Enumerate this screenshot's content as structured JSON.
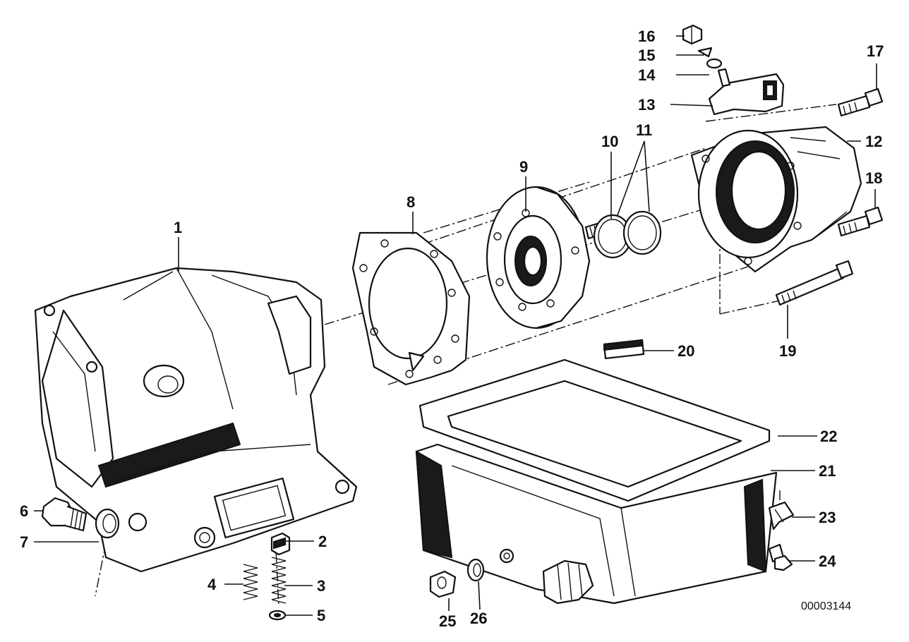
{
  "diagram": {
    "reference_number": "00003144",
    "callouts": [
      {
        "id": "c1",
        "label": "1"
      },
      {
        "id": "c2",
        "label": "2"
      },
      {
        "id": "c3",
        "label": "3"
      },
      {
        "id": "c4",
        "label": "4"
      },
      {
        "id": "c5",
        "label": "5"
      },
      {
        "id": "c6",
        "label": "6"
      },
      {
        "id": "c7",
        "label": "7"
      },
      {
        "id": "c8",
        "label": "8"
      },
      {
        "id": "c9",
        "label": "9"
      },
      {
        "id": "c10",
        "label": "10"
      },
      {
        "id": "c11",
        "label": "11"
      },
      {
        "id": "c12",
        "label": "12"
      },
      {
        "id": "c13",
        "label": "13"
      },
      {
        "id": "c14",
        "label": "14"
      },
      {
        "id": "c15",
        "label": "15"
      },
      {
        "id": "c16",
        "label": "16"
      },
      {
        "id": "c17",
        "label": "17"
      },
      {
        "id": "c18",
        "label": "18"
      },
      {
        "id": "c19",
        "label": "19"
      },
      {
        "id": "c20",
        "label": "20"
      },
      {
        "id": "c21",
        "label": "21"
      },
      {
        "id": "c22",
        "label": "22"
      },
      {
        "id": "c23",
        "label": "23"
      },
      {
        "id": "c24",
        "label": "24"
      },
      {
        "id": "c25",
        "label": "25"
      },
      {
        "id": "c26",
        "label": "26"
      }
    ]
  }
}
